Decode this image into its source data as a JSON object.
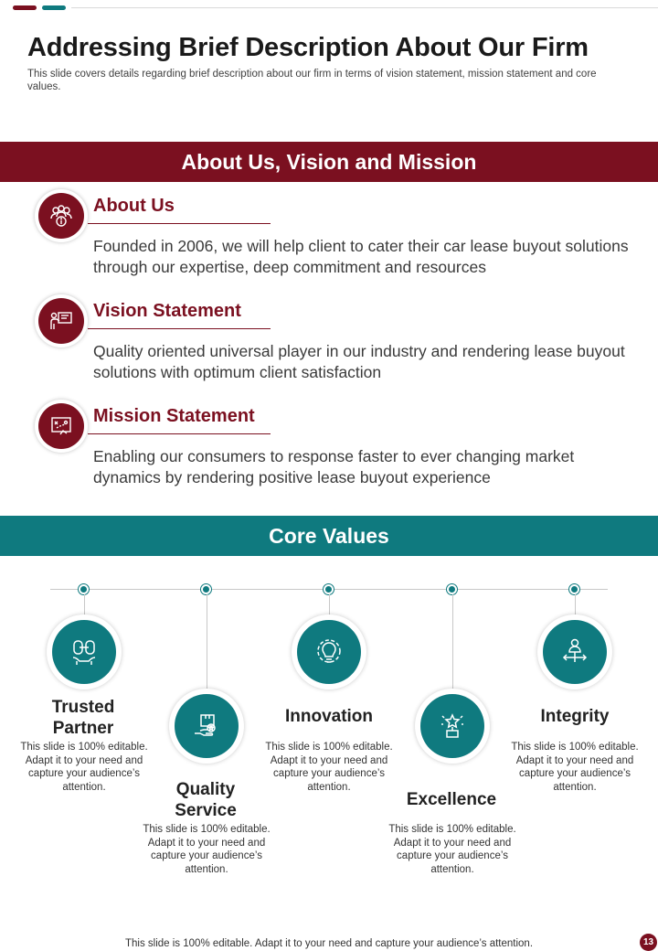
{
  "header": {
    "title": "Addressing Brief Description About Our Firm",
    "subtitle": "This slide covers details regarding brief description about our firm in terms of vision statement, mission statement and core values."
  },
  "about_section": {
    "band_title": "About Us, Vision and Mission",
    "items": [
      {
        "heading": "About Us",
        "text": "Founded in 2006, we will help client to cater their car lease buyout solutions through our expertise, deep commitment and resources",
        "icon": "team-info-icon"
      },
      {
        "heading": "Vision Statement",
        "text": "Quality oriented universal player in our industry and rendering lease buyout solutions with optimum client satisfaction",
        "icon": "presentation-board-icon"
      },
      {
        "heading": "Mission Statement",
        "text": "Enabling our consumers to response faster to ever changing market dynamics by rendering positive lease buyout experience",
        "icon": "strategy-plan-icon"
      }
    ]
  },
  "core_values": {
    "band_title": "Core Values",
    "items": [
      {
        "title_line1": "Trusted",
        "title_line2": "Partner",
        "desc": "This slide is 100% editable. Adapt it to your need and capture your audience’s attention.",
        "icon": "handshake-link-icon"
      },
      {
        "title_line1": "Quality",
        "title_line2": "Service",
        "desc": "This slide is 100% editable. Adapt it to your need and capture your audience’s attention.",
        "icon": "quality-box-icon"
      },
      {
        "title_line1": "Innovation",
        "title_line2": "",
        "desc": "This slide is 100% editable. Adapt it to your need and capture your audience’s attention.",
        "icon": "bulb-gear-icon"
      },
      {
        "title_line1": "Excellence",
        "title_line2": "",
        "desc": "This slide is 100% editable. Adapt it to your need and capture your audience’s attention.",
        "icon": "trophy-star-icon"
      },
      {
        "title_line1": "Integrity",
        "title_line2": "",
        "desc": "This slide is 100% editable. Adapt it to your need and capture your audience’s attention.",
        "icon": "person-arrows-icon"
      }
    ]
  },
  "footer": {
    "text": "This slide is 100% editable. Adapt it to your need and capture your audience’s attention.",
    "page_number": "13"
  },
  "colors": {
    "primary_red": "#7b1020",
    "primary_teal": "#0f7a7f"
  }
}
